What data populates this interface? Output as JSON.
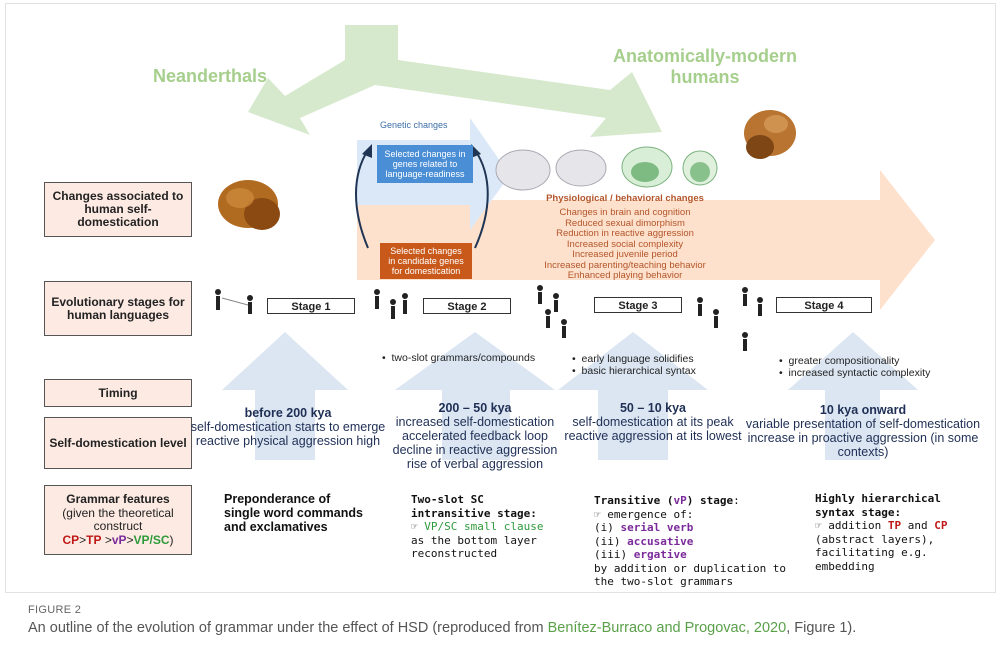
{
  "populations": {
    "left": "Neanderthals",
    "right_line1": "Anatomically-modern",
    "right_line2": "humans"
  },
  "genetic": {
    "title": "Genetic changes",
    "box_top": [
      "Selected changes in",
      "genes related to",
      "language-readiness"
    ],
    "box_bottom": [
      "Selected changes",
      "in candidate genes",
      "for domestication"
    ]
  },
  "physio": {
    "title": "Physiological / behavioral changes",
    "items": [
      "Changes in brain and cognition",
      "Reduced sexual dimorphism",
      "Reduction in reactive aggression",
      "Increased social complexity",
      "Increased juvenile period",
      "Increased parenting/teaching behavior",
      "Enhanced playing behavior"
    ]
  },
  "row_labels": {
    "changes": "Changes associated to human self-domestication",
    "stages": "Evolutionary stages for human languages",
    "timing": "Timing",
    "level": "Self-domestication level",
    "grammar_title": "Grammar features",
    "grammar_sub": "(given the theoretical construct",
    "grammar_cp": "CP",
    "grammar_gt1": ">",
    "grammar_tp": "TP",
    "grammar_gt2": " >",
    "grammar_vp": "vP",
    "grammar_gt3": ">",
    "grammar_vpsc": "VP/SC",
    "grammar_close": ")"
  },
  "stages": [
    "Stage 1",
    "Stage 2",
    "Stage 3",
    "Stage 4"
  ],
  "stage_bullets": {
    "s2": [
      "two-slot grammars/compounds"
    ],
    "s3": [
      "early language solidifies",
      "basic hierarchical syntax"
    ],
    "s4": [
      "greater compositionality",
      "increased syntactic complexity"
    ]
  },
  "timing": {
    "s1": {
      "date": "before 200 kya",
      "lines": [
        "self-domestication starts to emerge",
        "reactive physical aggression high"
      ]
    },
    "s2": {
      "date": "200 – 50 kya",
      "lines": [
        "increased self-domestication",
        "accelerated feedback loop",
        "decline in reactive aggression",
        "rise of verbal aggression"
      ]
    },
    "s3": {
      "date": "50 – 10 kya",
      "lines": [
        "self-domestication at its peak",
        "reactive aggression at its lowest"
      ]
    },
    "s4": {
      "date": "10 kya onward",
      "lines": [
        "variable presentation of self-domestication",
        "increase in proactive  aggression (in some",
        "contexts)"
      ]
    }
  },
  "grammar": {
    "s1": [
      "Preponderance of",
      "single word commands",
      "and exclamatives"
    ],
    "s2": {
      "title1": "Two-slot SC",
      "title2": "intransitive stage:",
      "hand": "☞",
      "term": "VP/SC small clause",
      "rest1": "as the bottom layer",
      "rest2": "reconstructed"
    },
    "s3": {
      "title_a": "Transitive (",
      "title_vp": "vP",
      "title_b": ") stage",
      "colon": ":",
      "hand": "☞",
      "emerge": "emergence of:",
      "i": "(i)",
      "serial": "serial verb",
      "ii": "(ii)",
      "accusative": "accusative",
      "iii": "(iii)",
      "ergative": "ergative",
      "rest1": "by addition or duplication to",
      "rest2": "the two-slot grammars"
    },
    "s4": {
      "title1": "Highly hierarchical",
      "title2": "syntax stage:",
      "hand": "☞",
      "add": "addition",
      "tp": "TP",
      "and": "and",
      "cp": "CP",
      "rest1": "(abstract layers),",
      "rest2": "facilitating e.g.",
      "rest3": "embedding"
    }
  },
  "caption": {
    "label": "FIGURE 2",
    "text_before": "An outline of the evolution of grammar under the effect of HSD (reproduced from ",
    "link": "Benítez-Burraco and Progovac, 2020",
    "text_after": ", Figure 1)."
  },
  "colors": {
    "green_arrow": "#d6e9cd",
    "orange_arrow": "#fde1cc",
    "blue_box": "#4a8ed6",
    "orange_box": "#c8591b",
    "blue_arrow": "#dbe6f2",
    "red": "#c01818",
    "purple": "#7a2a9a",
    "green_term": "#2e9a3a"
  }
}
